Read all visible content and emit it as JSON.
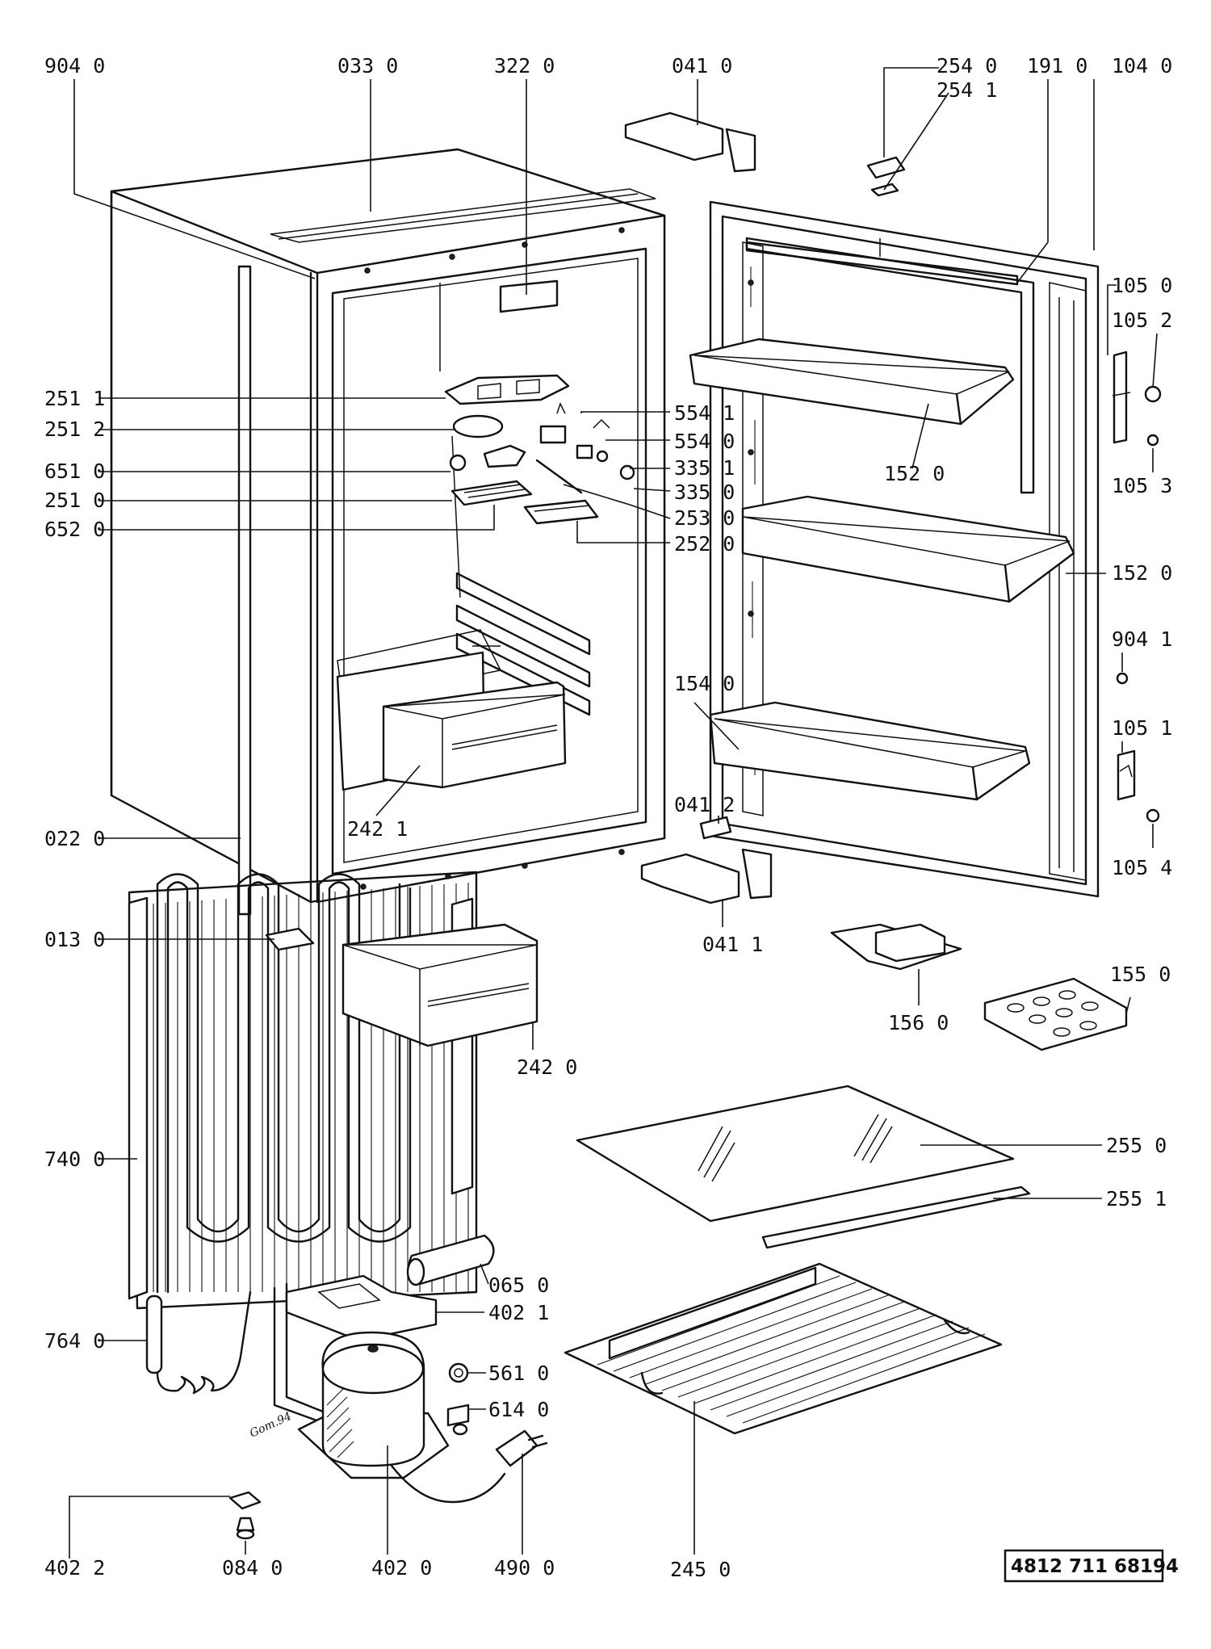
{
  "labels": {
    "p9040": "904 0",
    "p0330": "033 0",
    "p3220": "322 0",
    "p0410": "041 0",
    "p2540": "254 0",
    "p2541": "254 1",
    "p1910": "191 0",
    "p1040": "104 0",
    "p1050": "105 0",
    "p1052": "105 2",
    "p1053": "105 3",
    "p2511": "251 1",
    "p2512": "251 2",
    "p6510": "651 0",
    "p2510": "251 0",
    "p6520": "652 0",
    "p5541": "554 1",
    "p5540": "554 0",
    "p3351": "335 1",
    "p3350": "335 0",
    "p2530": "253 0",
    "p2520": "252 0",
    "p1520a": "152 0",
    "p1520b": "152 0",
    "p9041": "904 1",
    "p1540": "154 0",
    "p1051": "105 1",
    "p1054": "105 4",
    "p2421": "242 1",
    "p0412": "041 2",
    "p0411": "041 1",
    "p0220": "022 0",
    "p0130": "013 0",
    "p2420": "242 0",
    "p1560": "156 0",
    "p1550": "155 0",
    "p7400": "740 0",
    "p2550": "255 0",
    "p2551": "255 1",
    "p0650": "065 0",
    "p4021": "402 1",
    "p7640": "764 0",
    "p5610": "561 0",
    "p6140": "614 0",
    "p4022": "402 2",
    "p0840": "084 0",
    "p4020": "402 0",
    "p4900": "490 0",
    "p2450": "245 0"
  },
  "document_number": "4812 711 68194",
  "signature": "Gom.94"
}
